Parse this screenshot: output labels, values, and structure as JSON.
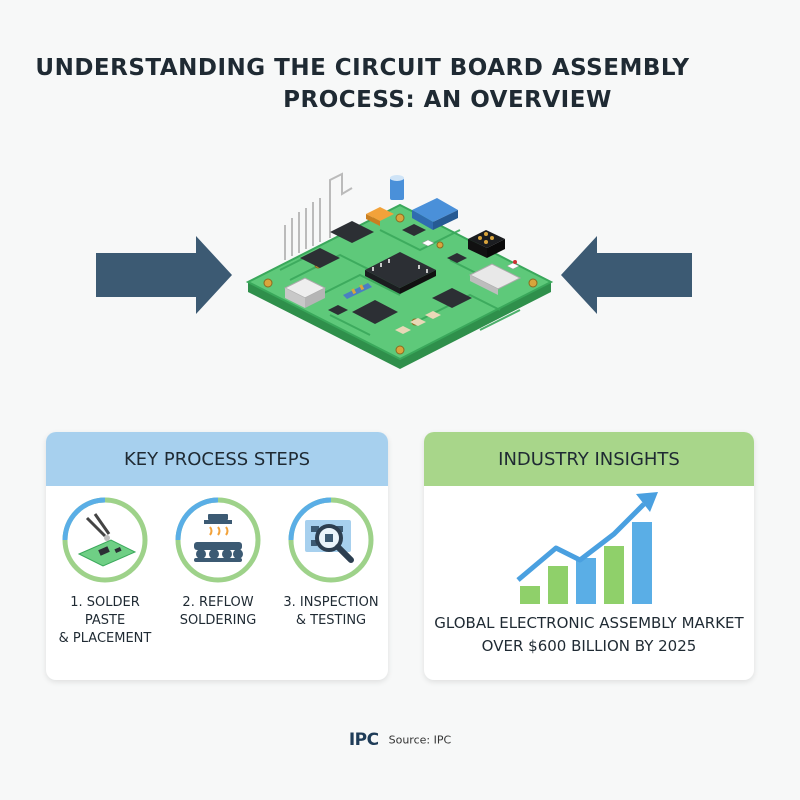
{
  "title": {
    "line1": "UNDERSTANDING THE CIRCUIT BOARD ASSEMBLY",
    "line2": "PROCESS: AN OVERVIEW"
  },
  "colors": {
    "arrow": "#3c5a73",
    "pcb_green": "#5ec97a",
    "pcb_dark": "#3aa85b",
    "blue_header": "#a7d0ee",
    "green_header": "#a8d68a",
    "chart_blue": "#5aaee6",
    "chart_green": "#8fd06a",
    "text": "#1f2a33"
  },
  "steps_card": {
    "header": "KEY PROCESS STEPS",
    "steps": [
      {
        "line1": "1. SOLDER PASTE",
        "line2": "& PLACEMENT",
        "icon": "solder-placement-icon"
      },
      {
        "line1": "2. REFLOW",
        "line2": "SOLDERING",
        "icon": "reflow-oven-icon"
      },
      {
        "line1": "3. INSPECTION",
        "line2": "& TESTING",
        "icon": "magnifier-inspection-icon"
      }
    ]
  },
  "insights_card": {
    "header": "INDUSTRY INSIGHTS",
    "line1": "GLOBAL ELECTRONIC ASSEMBLY MARKET",
    "line2": "OVER $600 BILLION BY 2025",
    "icon": "growth-chart-icon"
  },
  "footer": {
    "logo": "IPC",
    "source": "Source: IPC"
  }
}
